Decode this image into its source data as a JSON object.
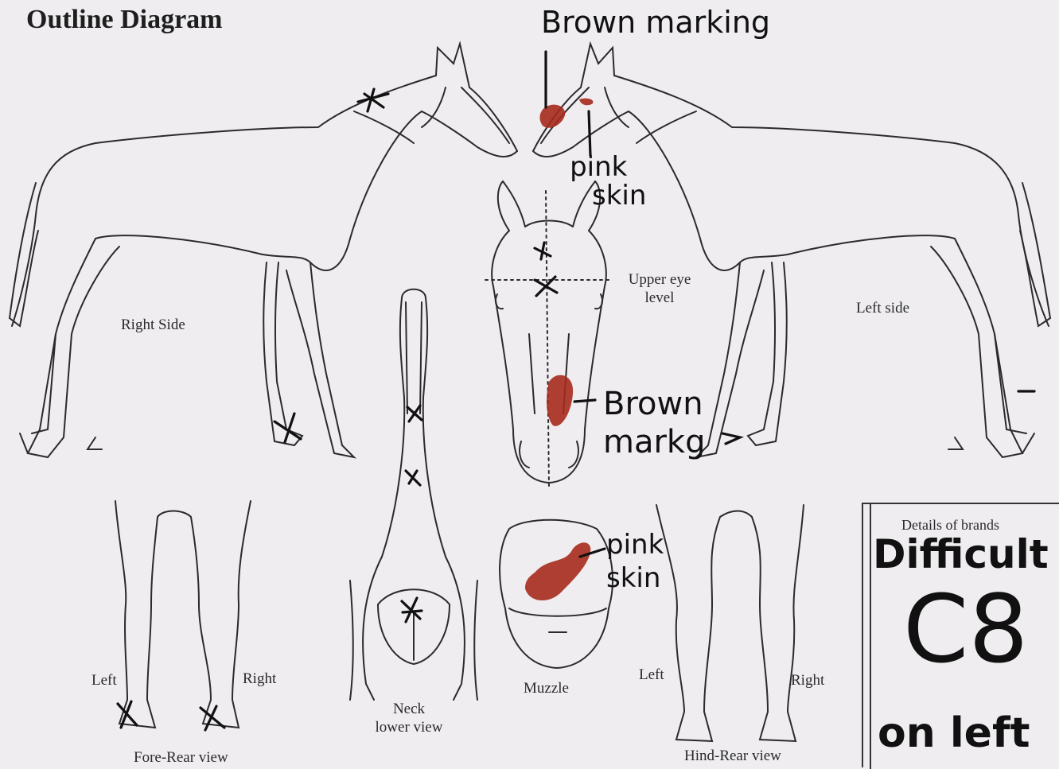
{
  "header": {
    "title": "Outline Diagram"
  },
  "diagram_labels": {
    "right_side": "Right Side",
    "left_side": "Left side",
    "upper_eye_level": [
      "Upper eye",
      "level"
    ],
    "fore_left": "Left",
    "fore_right": "Right",
    "fore_rear_view": "Fore-Rear view",
    "neck": [
      "Neck",
      "lower view"
    ],
    "muzzle": "Muzzle",
    "hind_left": "Left",
    "hind_right": "Right",
    "hind_rear_view": "Hind-Rear view",
    "brands_header": "Details of brands"
  },
  "annotations": {
    "brown_marking_top": "Brown marking",
    "pink_skin_top": [
      "pink",
      "skin"
    ],
    "brown_marking_face": [
      "Brown",
      "markg"
    ],
    "pink_skin_muzzle": [
      "pink",
      "skin"
    ],
    "brand_line1": "Difficult",
    "brand_line2": "C8",
    "brand_line3": "on left"
  },
  "colors": {
    "outline": "#2b2b2b",
    "ink": "#111111",
    "marking": "#a52a1c"
  }
}
